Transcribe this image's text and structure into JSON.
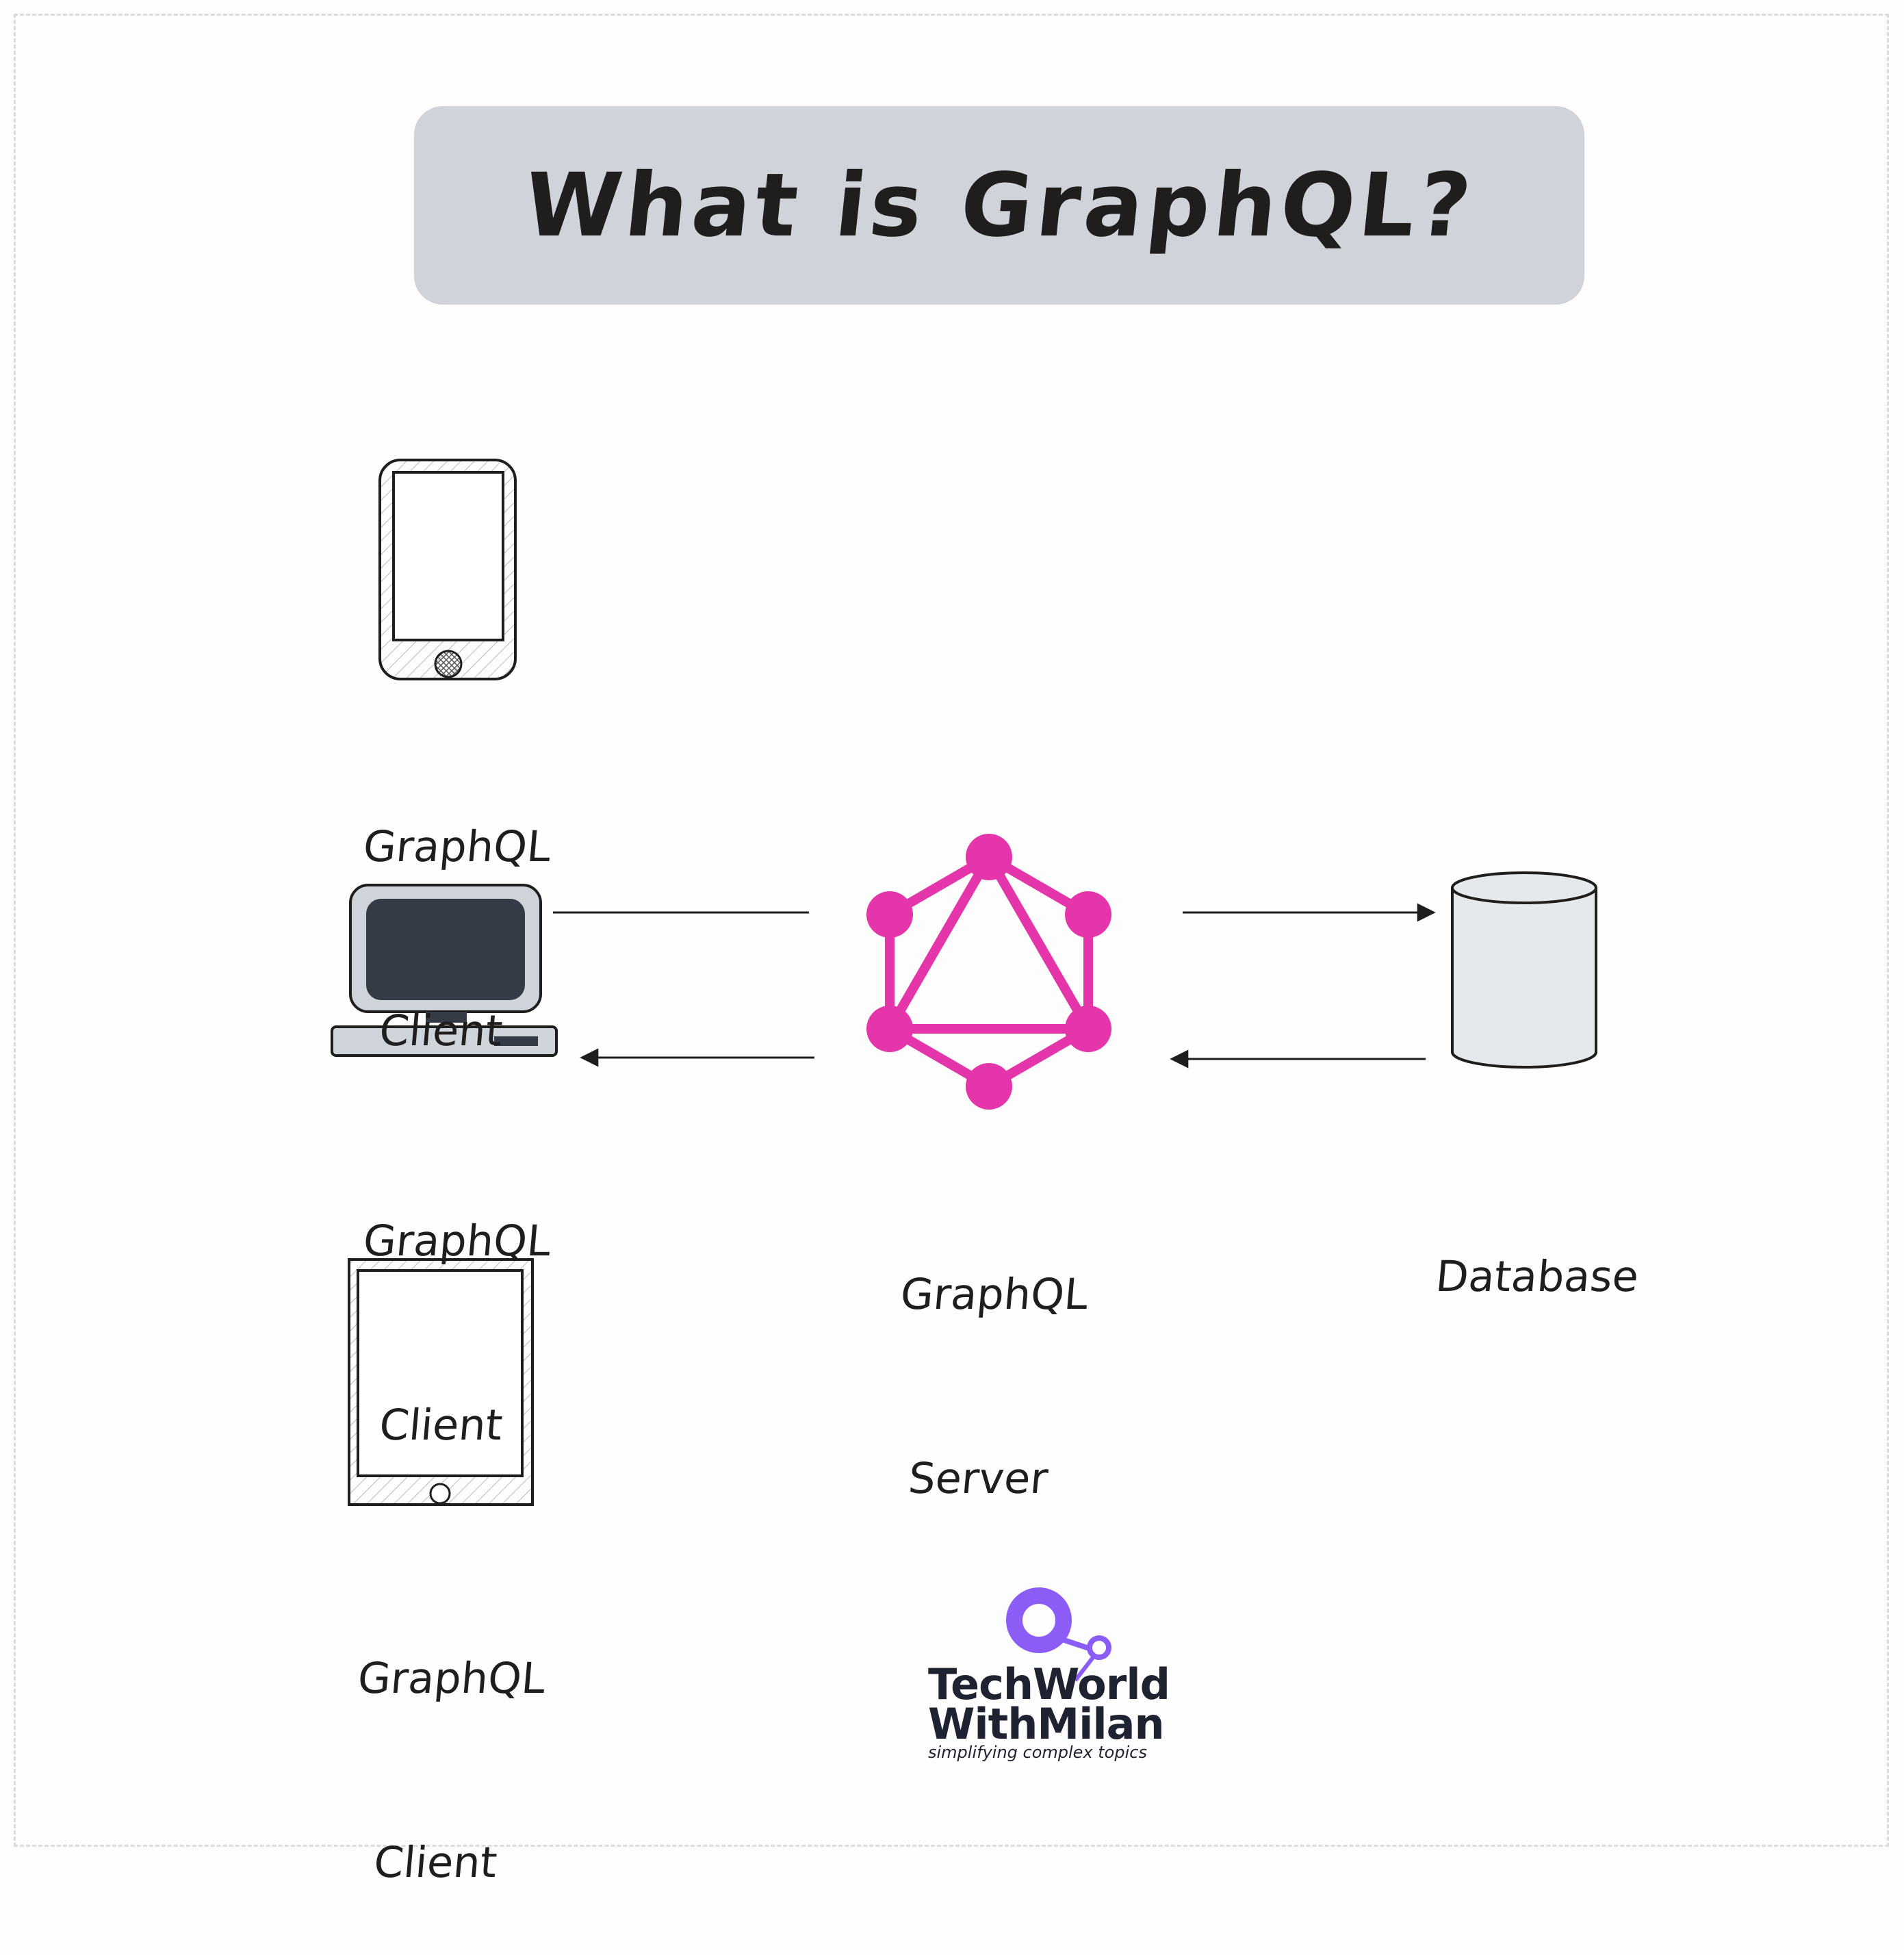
{
  "title": "What is GraphQL?",
  "clients": [
    {
      "device": "phone",
      "line1": "GraphQL",
      "line2": "Client"
    },
    {
      "device": "desktop-computer",
      "line1": "GraphQL",
      "line2": "Client"
    },
    {
      "device": "tablet",
      "line1": "GraphQL",
      "line2": "Client"
    }
  ],
  "server": {
    "line1": "GraphQL",
    "line2": "Server",
    "icon": "graphql-logo",
    "color": "#e535ab"
  },
  "database": {
    "label": "Database",
    "icon": "database-cylinder"
  },
  "logo": {
    "line1": "TechWorld",
    "line2": "WithMilan",
    "tagline": "simplifying complex topics",
    "color": "#8b5cf6"
  },
  "colors": {
    "title_bg": "#d0d4da",
    "ink": "#1e1e1e",
    "monitor_screen": "#343a46",
    "device_gray": "#ced4da"
  }
}
